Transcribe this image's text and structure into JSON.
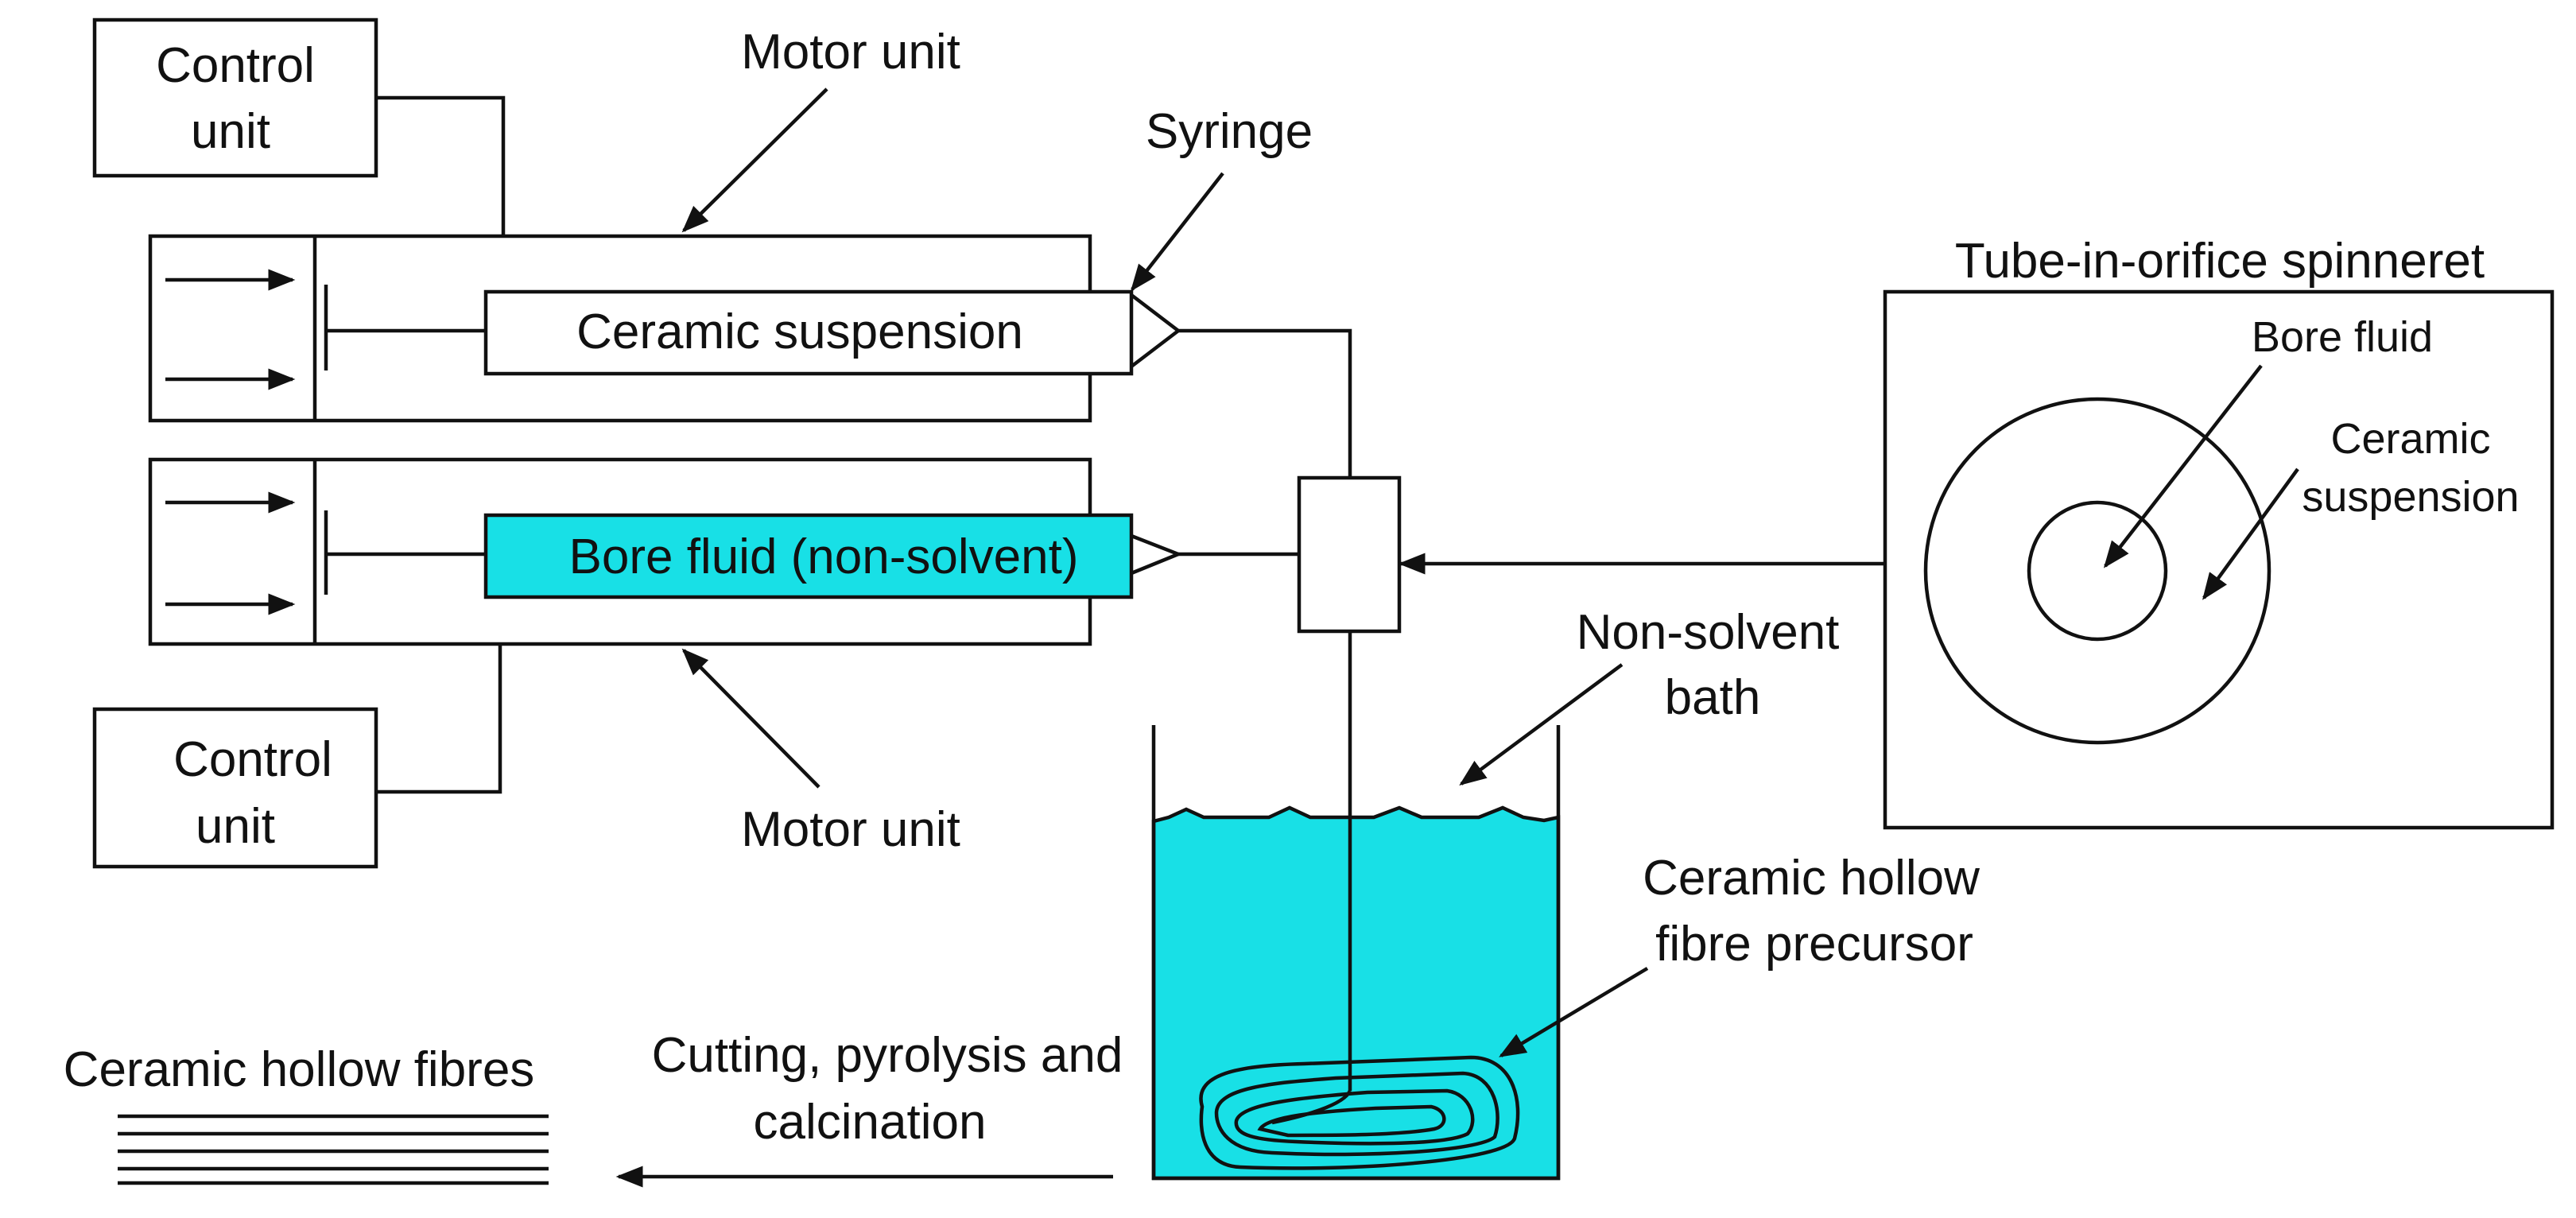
{
  "labels": {
    "control_unit_top": [
      "Control",
      "unit"
    ],
    "control_unit_bottom": [
      "Control",
      "unit"
    ],
    "motor_unit_top": "Motor unit",
    "motor_unit_bottom": "Motor unit",
    "syringe": "Syringe",
    "ceramic_suspension": "Ceramic suspension",
    "bore_fluid_syringe": "Bore fluid (non-solvent)",
    "spinneret_title": "Tube-in-orifice spinneret",
    "spinneret_bore_fluid": "Bore fluid",
    "spinneret_ceramic_suspension": [
      "Ceramic",
      "suspension"
    ],
    "non_solvent_bath": [
      "Non-solvent",
      "bath"
    ],
    "hollow_fibre_precursor": [
      "Ceramic hollow",
      "fibre precursor"
    ],
    "processing_step": [
      "Cutting, pyrolysis and",
      "calcination"
    ],
    "ceramic_hollow_fibres": "Ceramic hollow fibres"
  },
  "colors": {
    "bore_fluid_fill": "#18e0e6",
    "bath_fill": "#18e0e6",
    "line": "#111111",
    "background": "#ffffff"
  }
}
